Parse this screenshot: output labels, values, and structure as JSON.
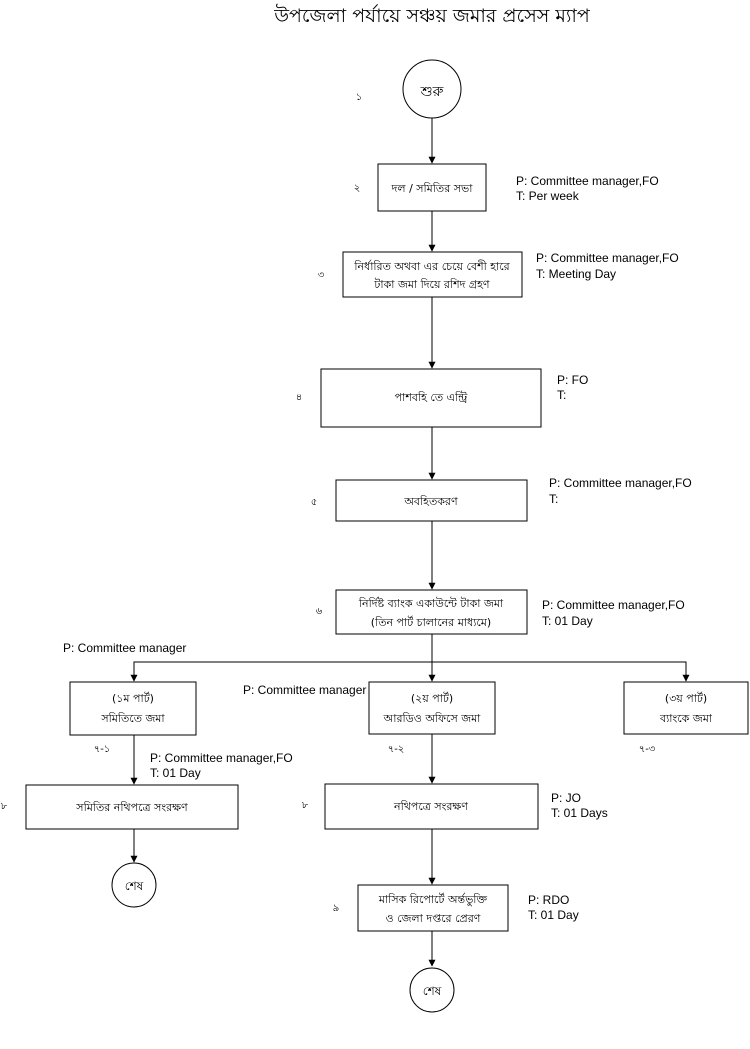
{
  "title": "উপজেলা পর্যায়ে সঞ্চয় জমার প্রসেস ম্যাপ",
  "colors": {
    "stroke": "#000000",
    "background": "#ffffff"
  },
  "nodes": {
    "start": {
      "text": "শুরু"
    },
    "meeting": {
      "lines": [
        "দল / সমিতির সভা"
      ]
    },
    "deposit_receipt": {
      "lines": [
        "নির্ধারিত অথবা এর চেয়ে বেশী হারে",
        "টাকা জমা দিয়ে রশিদ গ্রহণ"
      ]
    },
    "passbook_entry": {
      "lines": [
        "পাশবহি তে এন্ট্রি"
      ]
    },
    "inform": {
      "lines": [
        "অবহিতকরণ"
      ]
    },
    "bank_deposit": {
      "lines": [
        "নির্দিষ্ট ব্যাংক একাউন্টে টাকা জমা",
        "(তিন পার্ট চালানের মাধ্যমে)"
      ]
    },
    "part1": {
      "lines": [
        "(১ম পার্ট)",
        "সমিতিতে জমা"
      ]
    },
    "part2": {
      "lines": [
        "(২য় পার্ট)",
        "আরডিও অফিসে জমা"
      ]
    },
    "part3": {
      "lines": [
        "(৩য় পার্ট)",
        "ব্যাংকে জমা"
      ]
    },
    "society_file": {
      "lines": [
        "সমিতির নথিপত্রে সংরক্ষণ"
      ]
    },
    "file_preserve": {
      "lines": [
        "নথিপত্রে সংরক্ষণ"
      ]
    },
    "monthly_report": {
      "lines": [
        "মাসিক রিপোর্টে অর্ন্তভুক্তি",
        "ও জেলা দপ্তরে প্রেরণ"
      ]
    },
    "end1": {
      "text": "শেষ"
    },
    "end2": {
      "text": "শেষ"
    }
  },
  "step_numbers": {
    "s1": "১",
    "s2": "২",
    "s3": "৩",
    "s4": "৪",
    "s5": "৫",
    "s6": "৬",
    "s7_1": "৭-১",
    "s7_2": "৭-২",
    "s7_3": "৭-৩",
    "s8a": "৮",
    "s8b": "৮",
    "s9": "৯"
  },
  "annotations": {
    "a2": {
      "p": "P:  Committee manager,FO",
      "t": "T:  Per week"
    },
    "a3": {
      "p": "P:  Committee manager,FO",
      "t": "T:  Meeting Day"
    },
    "a4": {
      "p": "P:  FO",
      "t": "T:"
    },
    "a5": {
      "p": "P:  Committee manager,FO",
      "t": "T:"
    },
    "a6": {
      "p": "P:  Committee manager,FO",
      "t": "T:  01 Day"
    },
    "a_branch": {
      "p": "P:  Committee manager"
    },
    "a_part2": {
      "p": "P:  Committee manager"
    },
    "a_society": {
      "p": "P:  Committee manager,FO",
      "t": "T:  01 Day"
    },
    "a_file": {
      "p": "P: JO",
      "t": "T: 01 Days"
    },
    "a_report": {
      "p": "P: RDO",
      "t": "T:  01 Day"
    }
  }
}
